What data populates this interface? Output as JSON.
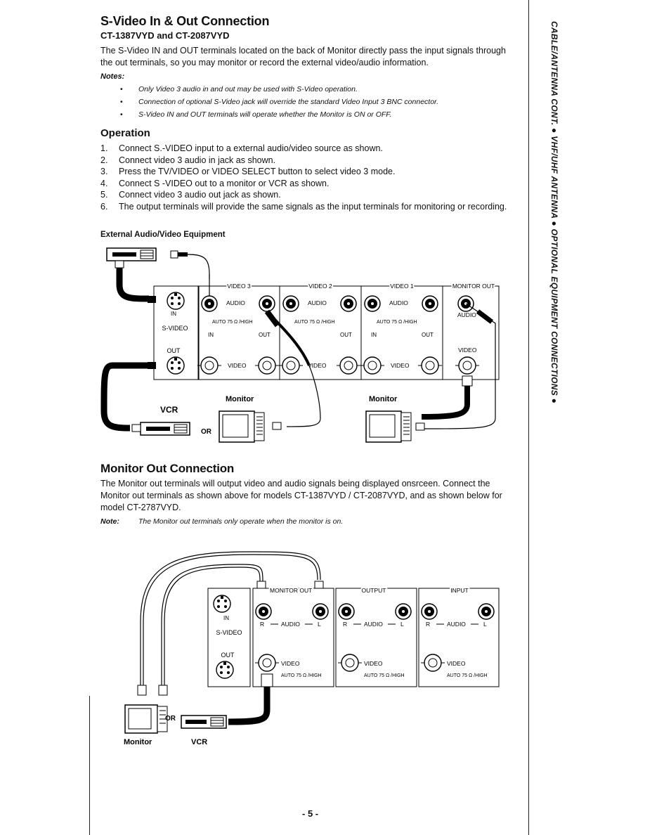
{
  "section1": {
    "title": "S-Video In & Out Connection",
    "models": "CT-1387VYD and CT-2087VYD",
    "intro": "The S-Video IN and OUT terminals located on the back of Monitor directly pass the input signals through the out terminals, so you may monitor or record the external video/audio information.",
    "notes_label": "Notes:",
    "notes": [
      "Only Video 3 audio in and out may be used with S-Video operation.",
      "Connection of optional S-Video jack will override the standard Video Input 3 BNC connector.",
      "S-Video IN and OUT terminals will operate whether the Monitor is ON or OFF."
    ],
    "bullet": "•"
  },
  "operation": {
    "title": "Operation",
    "steps": [
      {
        "num": "1.",
        "text": "Connect S.-VIDEO input to a external audio/video source as shown."
      },
      {
        "num": "2.",
        "text": "Connect video 3 audio in jack as shown."
      },
      {
        "num": "3.",
        "text": "Press the TV/VIDEO or VIDEO SELECT button to select video 3 mode."
      },
      {
        "num": "4.",
        "text": "Connect S -VIDEO out to a monitor or VCR as shown."
      },
      {
        "num": "5.",
        "text": "Connect video 3 audio out jack as shown."
      },
      {
        "num": "6.",
        "text": "The output terminals will provide the same signals as the input terminals for monitoring or recording."
      }
    ]
  },
  "diagram1": {
    "title": "External Audio/Video Equipment",
    "labels": {
      "video3": "VIDEO 3",
      "video2": "VIDEO 2",
      "video1": "VIDEO 1",
      "monitor_out": "MONITOR OUT",
      "audio": "AUDIO",
      "video": "VIDEO",
      "auto": "AUTO 75 Ω /HIGH",
      "in": "IN",
      "out": "OUT",
      "svideo": "S-VIDEO",
      "in_upper": "IN",
      "out_upper": "OUT",
      "monitor": "Monitor",
      "vcr": "VCR",
      "or": "OR"
    }
  },
  "section2": {
    "title": "Monitor Out Connection",
    "para": "The Monitor out terminals will output video and audio signals being displayed onsrceen. Connect the Monitor out terminals as shown above for models CT-1387VYD / CT-2087VYD, and as shown below for model CT-2787VYD.",
    "note_label": "Note:",
    "note": "The Monitor out terminals only operate when the monitor is on."
  },
  "diagram2": {
    "labels": {
      "monitor_out": "MONITOR OUT",
      "output": "OUTPUT",
      "input": "INPUT",
      "r": "R",
      "audio": "AUDIO",
      "l": "L",
      "video": "VIDEO",
      "auto": "AUTO 75 Ω /HIGH",
      "in": "IN",
      "out": "OUT",
      "svideo": "S-VIDEO",
      "monitor": "Monitor",
      "vcr": "VCR",
      "or": "OR"
    }
  },
  "sidebar": {
    "text": "CABLE/ANTENNA CONT. ● VHF/UHF ANTENNA ● OPTIONAL EQUIPMENT CONNECTIONS ●"
  },
  "footer": {
    "page_number": "- 5 -"
  }
}
